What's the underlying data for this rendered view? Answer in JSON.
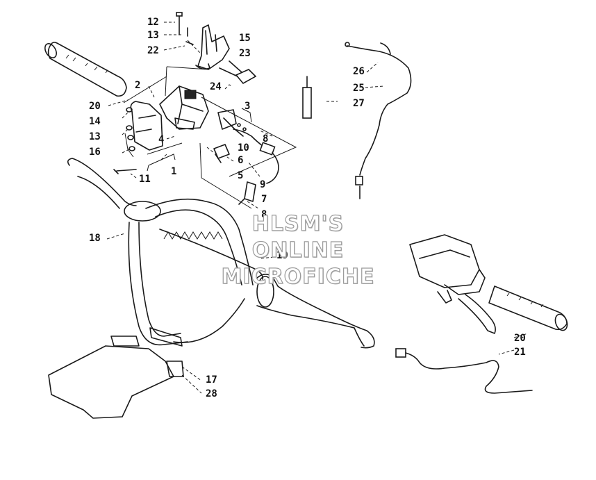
{
  "callouts": [
    {
      "id": "12",
      "text": "12"
    },
    {
      "id": "13a",
      "text": "13"
    },
    {
      "id": "22",
      "text": "22"
    },
    {
      "id": "15",
      "text": "15"
    },
    {
      "id": "23",
      "text": "23"
    },
    {
      "id": "26",
      "text": "26"
    },
    {
      "id": "25",
      "text": "25"
    },
    {
      "id": "27",
      "text": "27"
    },
    {
      "id": "2",
      "text": "2"
    },
    {
      "id": "24",
      "text": "24"
    },
    {
      "id": "3",
      "text": "3"
    },
    {
      "id": "20a",
      "text": "20"
    },
    {
      "id": "14",
      "text": "14"
    },
    {
      "id": "13b",
      "text": "13"
    },
    {
      "id": "16",
      "text": "16"
    },
    {
      "id": "4",
      "text": "4"
    },
    {
      "id": "8a",
      "text": "8"
    },
    {
      "id": "10",
      "text": "10"
    },
    {
      "id": "6",
      "text": "6"
    },
    {
      "id": "1",
      "text": "1"
    },
    {
      "id": "11",
      "text": "11"
    },
    {
      "id": "5",
      "text": "5"
    },
    {
      "id": "9",
      "text": "9"
    },
    {
      "id": "7",
      "text": "7"
    },
    {
      "id": "8b",
      "text": "8"
    },
    {
      "id": "18",
      "text": "18"
    },
    {
      "id": "19",
      "text": "19"
    },
    {
      "id": "20b",
      "text": "20"
    },
    {
      "id": "21",
      "text": "21"
    },
    {
      "id": "17",
      "text": "17"
    },
    {
      "id": "28",
      "text": "28"
    }
  ],
  "watermark": {
    "line1": "HLSM'S",
    "line2": "ONLINE",
    "line3": "MICROFICHE"
  }
}
